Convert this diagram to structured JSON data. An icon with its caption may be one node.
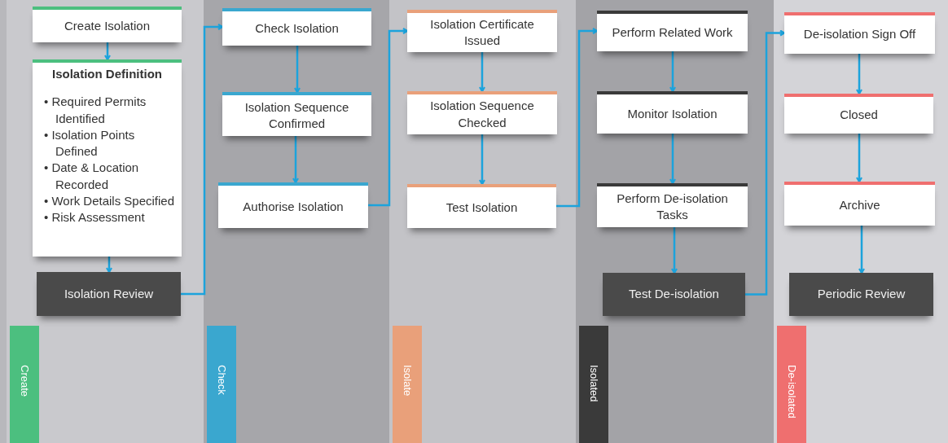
{
  "diagram": {
    "nodes": [
      {
        "text": [
          "Create"
        ]
      },
      {
        "text": [
          "Create Isolation"
        ],
        "in": 0
      },
      {
        "text": [
          "Isolation Definition",
          "• Required Permits Identified",
          "• Isolation Points Defined",
          "• Date & Location Recorded",
          "• Work Details Specified",
          "• Risk Assessment"
        ],
        "in": 0
      },
      {
        "text": [
          "Isolation Review"
        ],
        "in": 0
      },
      {
        "text": [
          "Check"
        ]
      },
      {
        "text": [
          "Check Isolation"
        ],
        "in": 4
      },
      {
        "text": [
          "Isolation Sequence Confirmed"
        ],
        "in": 4
      },
      {
        "text": [
          "Authorise Isolation"
        ],
        "in": 4
      },
      {
        "text": [
          "Isolate"
        ]
      },
      {
        "text": [
          "Isolation Certificate Issued"
        ],
        "in": 8
      },
      {
        "text": [
          "Isolation Sequence Checked"
        ],
        "in": 8
      },
      {
        "text": [
          "Test Isolation"
        ],
        "in": 8
      },
      {
        "text": [
          "Isolated"
        ]
      },
      {
        "text": [
          "Perform Related Work"
        ],
        "in": 12
      },
      {
        "text": [
          "Monitor Isolation"
        ],
        "in": 12
      },
      {
        "text": [
          "Perform De-isolation Tasks"
        ],
        "in": 12
      },
      {
        "text": [
          "Test De-isolation"
        ],
        "in": 12
      },
      {
        "text": [
          "De-isolated"
        ]
      },
      {
        "text": [
          "De-isolation Sign Off"
        ],
        "in": 17
      },
      {
        "text": [
          "Closed"
        ],
        "in": 17
      },
      {
        "text": [
          "Archive"
        ],
        "in": 17
      },
      {
        "text": [
          "Periodic Review"
        ],
        "in": 17
      }
    ],
    "edges": [
      {
        "from": 1,
        "to": 2,
        "arrow": "to"
      },
      {
        "from": 2,
        "to": 3,
        "arrow": "to"
      },
      {
        "from": 3,
        "to": 5,
        "arrow": "to"
      },
      {
        "from": 5,
        "to": 6,
        "arrow": "to"
      },
      {
        "from": 6,
        "to": 7,
        "arrow": "to"
      },
      {
        "from": 7,
        "to": 9,
        "arrow": "to"
      },
      {
        "from": 9,
        "to": 10,
        "arrow": "to"
      },
      {
        "from": 10,
        "to": 11,
        "arrow": "to"
      },
      {
        "from": 11,
        "to": 13,
        "arrow": "to"
      },
      {
        "from": 13,
        "to": 14,
        "arrow": "to"
      },
      {
        "from": 14,
        "to": 15,
        "arrow": "to"
      },
      {
        "from": 15,
        "to": 16,
        "arrow": "to"
      },
      {
        "from": 16,
        "to": 18,
        "arrow": "to"
      },
      {
        "from": 18,
        "to": 19,
        "arrow": "to"
      },
      {
        "from": 19,
        "to": 20,
        "arrow": "to"
      },
      {
        "from": 20,
        "to": 21,
        "arrow": "to"
      }
    ]
  }
}
